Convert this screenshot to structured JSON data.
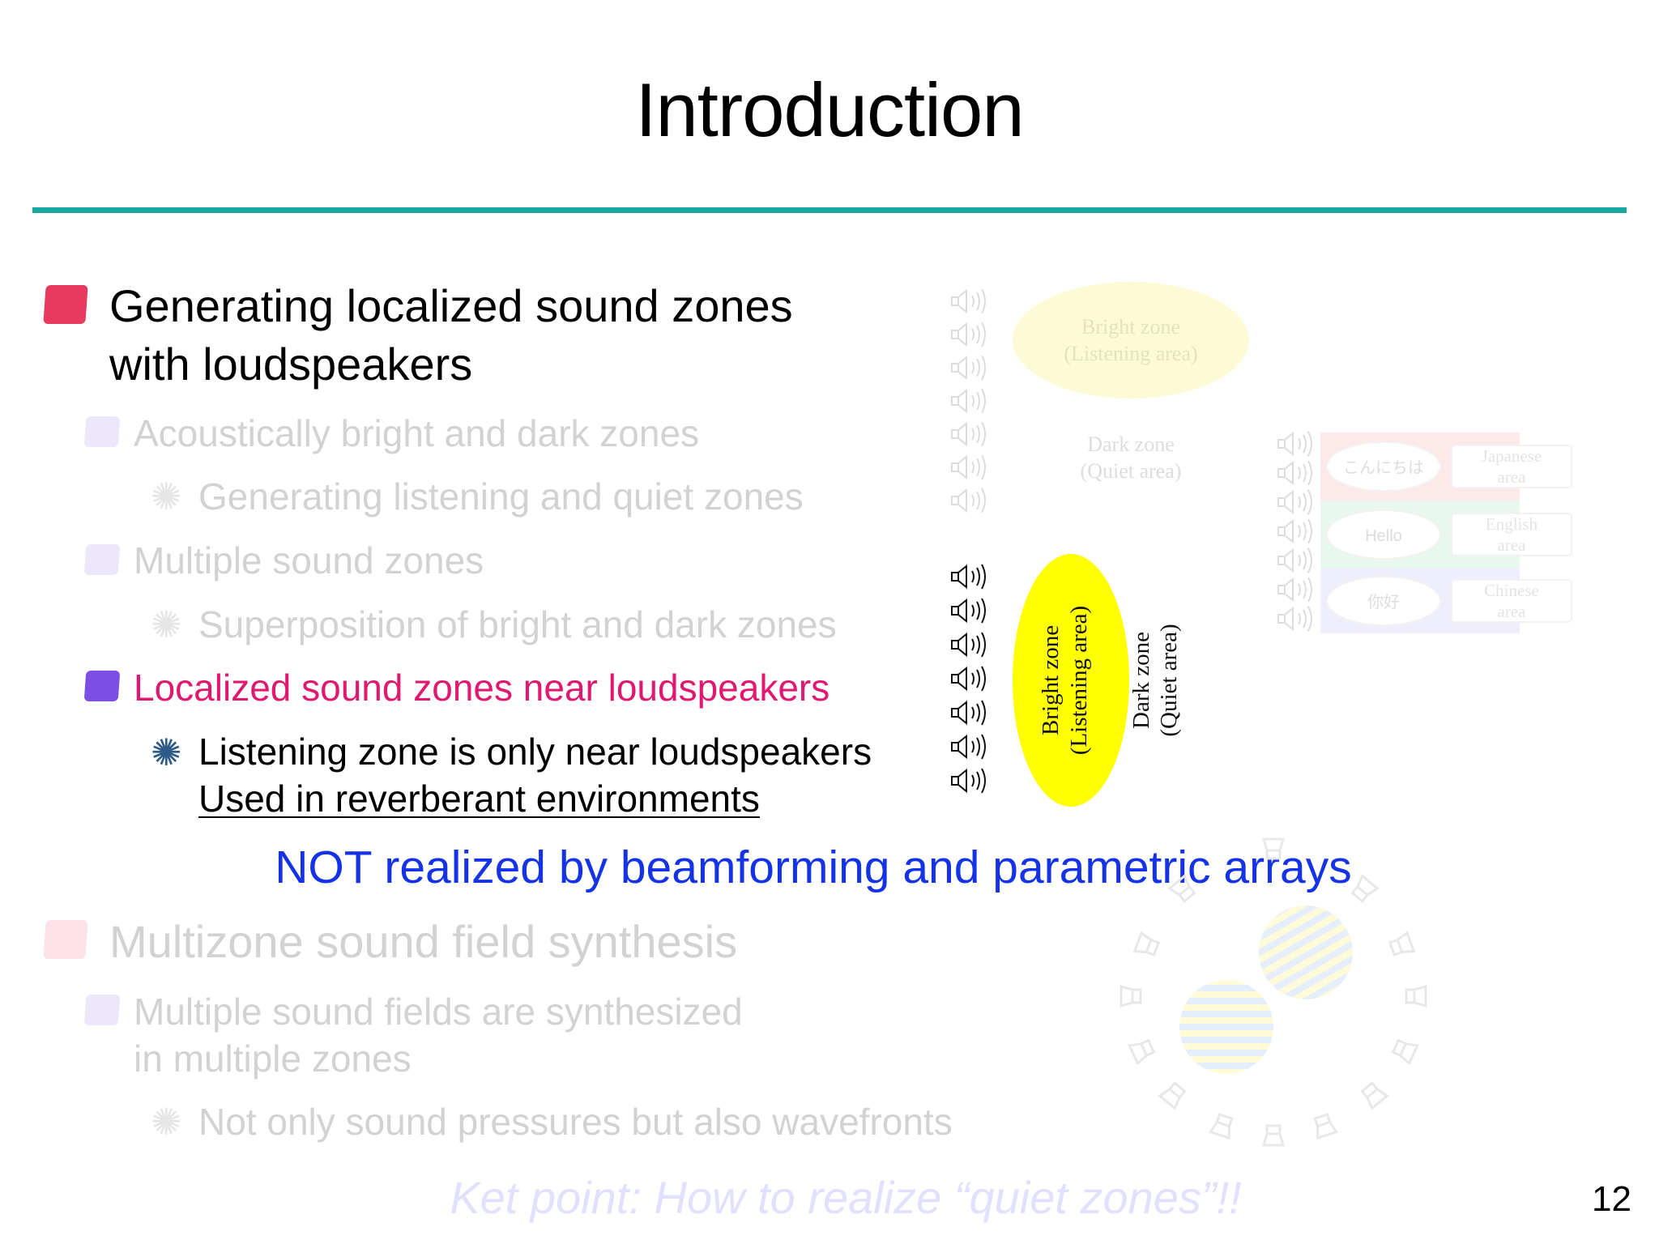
{
  "slide": {
    "title": "Introduction",
    "page_number": "12",
    "bullets": {
      "b1_line1": "Generating localized sound zones",
      "b1_line2": "with loudspeakers",
      "b1a": "Acoustically bright and dark zones",
      "b1a_sub": "Generating listening and quiet zones",
      "b1b": "Multiple sound zones",
      "b1b_sub": "Superposition of bright and dark zones",
      "b1c": "Localized sound zones near loudspeakers",
      "b1c_sub1": "Listening zone is only near loudspeakers",
      "b1c_sub2": "Used in reverberant environments",
      "callout": "NOT realized by beamforming and parametric arrays",
      "b2": "Multizone sound field synthesis",
      "b2a_line1": "Multiple sound fields are synthesized",
      "b2a_line2": "in multiple zones",
      "b2a_sub": "Not only sound pressures but also wavefronts",
      "key_point": "Ket point: How to realize “quiet zones”!!"
    },
    "diagram_top": {
      "bright_line1": "Bright zone",
      "bright_line2": "(Listening area)",
      "dark_line1": "Dark zone",
      "dark_line2": "(Quiet area)"
    },
    "diagram_lang": {
      "bubbles": [
        "こんにちは",
        "Hello",
        "你好"
      ],
      "areas": [
        [
          "Japanese",
          "area"
        ],
        [
          "English",
          "area"
        ],
        [
          "Chinese",
          "area"
        ]
      ]
    },
    "diagram_near": {
      "bright_line1": "Bright zone",
      "bright_line2": "(Listening area)",
      "dark_line1": "Dark zone",
      "dark_line2": "(Quiet area)"
    },
    "colors": {
      "accent_rule": "#17a6a2",
      "marker_level1": "#e8395f",
      "marker_level2": "#7c4ee4",
      "highlight_text": "#e0186f",
      "callout_text": "#1432e6",
      "star_active": "#2d5a86",
      "bright_zone": "#ffff00"
    },
    "icons": [
      "loudspeaker-icon",
      "star-bullet-icon",
      "square-bullet-icon"
    ]
  }
}
